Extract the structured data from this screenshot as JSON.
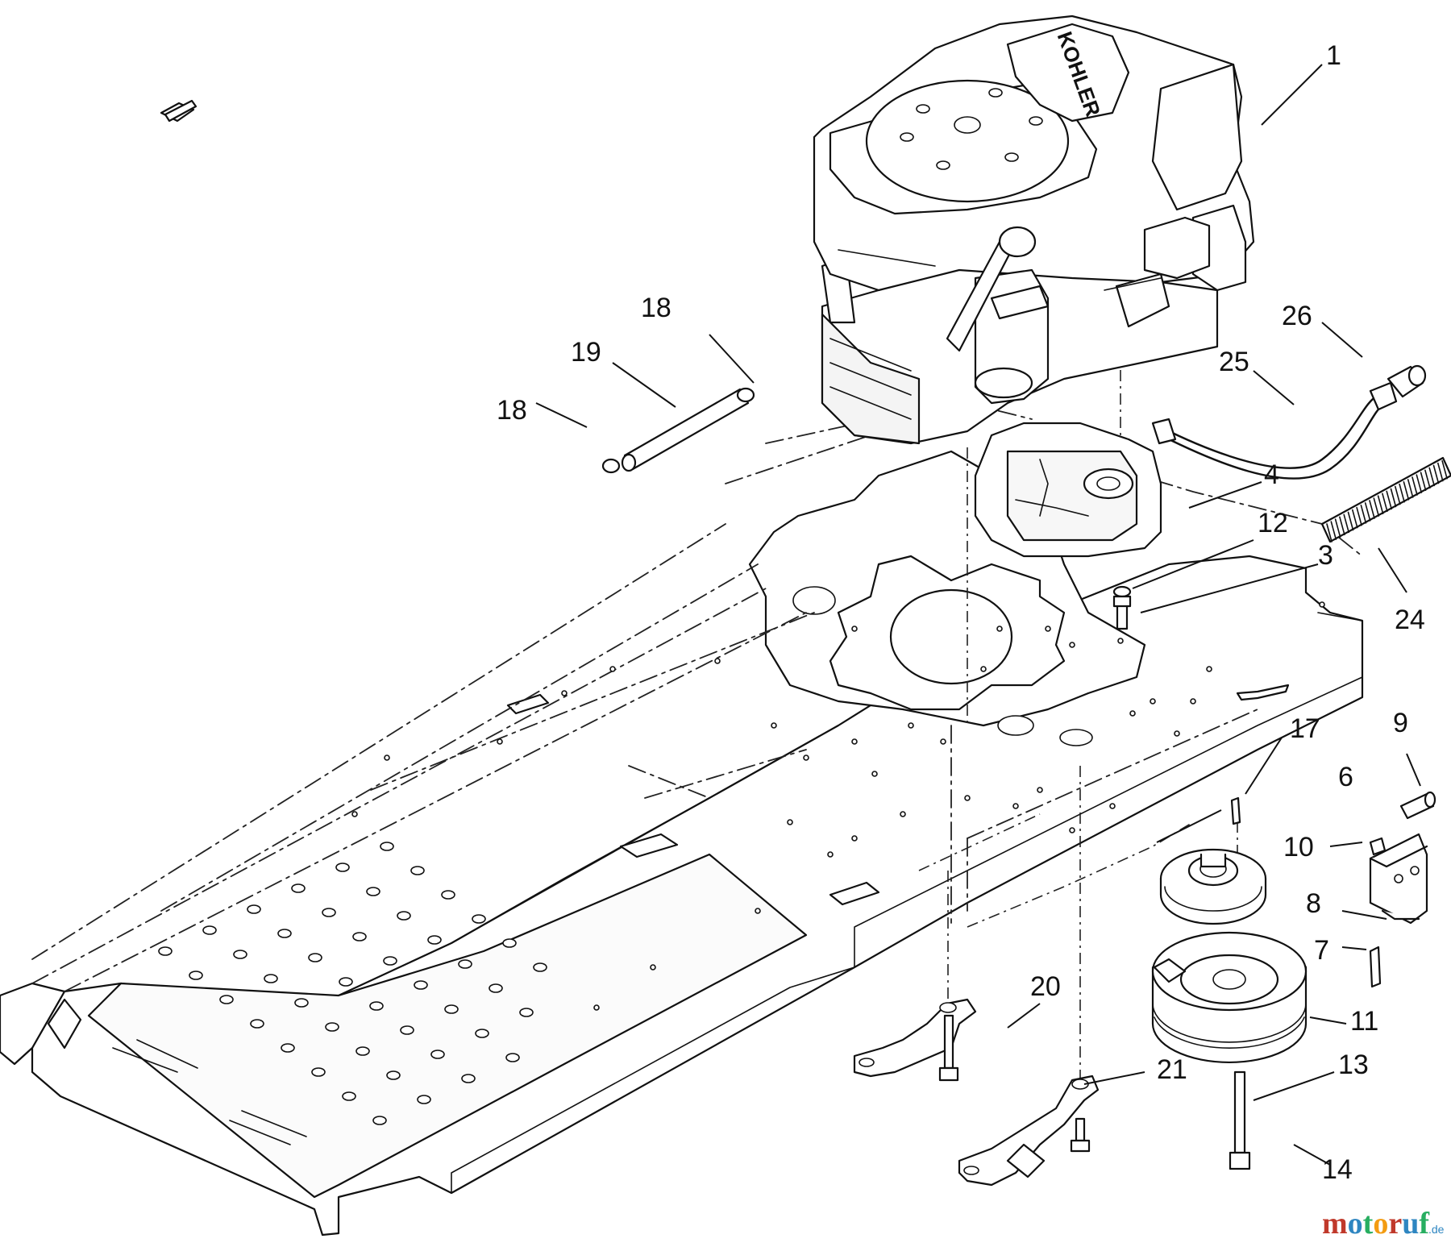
{
  "callouts": [
    {
      "id": "c1",
      "text": "1"
    },
    {
      "id": "c3",
      "text": "3"
    },
    {
      "id": "c4",
      "text": "4"
    },
    {
      "id": "c6",
      "text": "6"
    },
    {
      "id": "c7",
      "text": "7"
    },
    {
      "id": "c8",
      "text": "8"
    },
    {
      "id": "c9",
      "text": "9"
    },
    {
      "id": "c10",
      "text": "10"
    },
    {
      "id": "c11",
      "text": "11"
    },
    {
      "id": "c12",
      "text": "12"
    },
    {
      "id": "c13",
      "text": "13"
    },
    {
      "id": "c14",
      "text": "14"
    },
    {
      "id": "c17",
      "text": "17"
    },
    {
      "id": "c18a",
      "text": "18"
    },
    {
      "id": "c18b",
      "text": "18"
    },
    {
      "id": "c19",
      "text": "19"
    },
    {
      "id": "c20",
      "text": "20"
    },
    {
      "id": "c21",
      "text": "21"
    },
    {
      "id": "c24",
      "text": "24"
    },
    {
      "id": "c25",
      "text": "25"
    },
    {
      "id": "c26",
      "text": "26"
    }
  ],
  "engine_brand": "KOHLER",
  "watermark": {
    "text": "motoruf",
    "tld": ".de"
  },
  "colors": {
    "line": "#111111",
    "background": "#ffffff",
    "watermark_a": "#c0392b",
    "watermark_b": "#2e86c1",
    "watermark_c": "#27ae60",
    "watermark_d": "#f39c12"
  }
}
